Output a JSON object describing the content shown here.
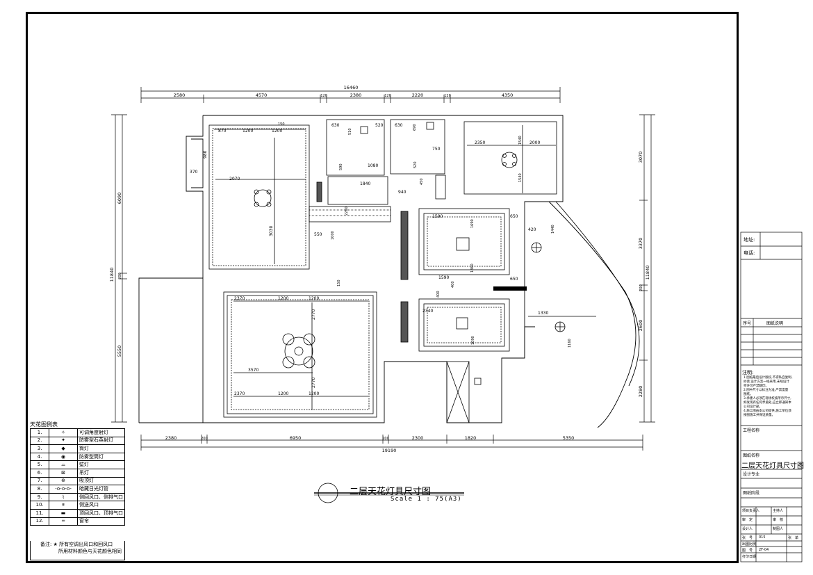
{
  "dimensions_top": {
    "total": "16460",
    "segments": [
      "2580",
      "4570",
      "120",
      "2380",
      "120",
      "2220",
      "120",
      "4350"
    ]
  },
  "dimensions_bottom": {
    "total": "19190",
    "segments": [
      "2380",
      "200",
      "6950",
      "200",
      "2300",
      "1820",
      "5350"
    ]
  },
  "dimensions_left": [
    "6090",
    "11840",
    "200",
    "5550"
  ],
  "dimensions_right": [
    "3070",
    "3370",
    "11840",
    "200",
    "2600",
    "2280"
  ],
  "room_dims": {
    "r1": [
      "870",
      "1200",
      "1200",
      "150",
      "2070",
      "3030",
      "980",
      "370"
    ],
    "r2": [
      "630",
      "510",
      "520",
      "590",
      "1080",
      "1840",
      "550",
      "1000",
      "2260"
    ],
    "r3": [
      "630",
      "690",
      "750",
      "520",
      "450",
      "940"
    ],
    "r4": [
      "2350",
      "2000",
      "1540",
      "1540"
    ],
    "r5": [
      "1590",
      "1690",
      "650",
      "1860",
      "1590",
      "400",
      "650",
      "420",
      "1440"
    ],
    "r6": [
      "2370",
      "1200",
      "1200",
      "150",
      "2770",
      "3570",
      "2770",
      "2370",
      "1200",
      "1200"
    ],
    "r7": [
      "400",
      "2340",
      "1330",
      "1160",
      "1090"
    ]
  },
  "legend": {
    "title": "天花图例表",
    "items": [
      {
        "no": "1.",
        "symbol": "✧",
        "label": "可调角度射灯"
      },
      {
        "no": "2.",
        "symbol": "✦",
        "label": "防雾型石英射灯"
      },
      {
        "no": "3.",
        "symbol": "◆",
        "label": "筒灯"
      },
      {
        "no": "4.",
        "symbol": "◉",
        "label": "防雾型筒灯"
      },
      {
        "no": "5.",
        "symbol": "⌓",
        "label": "壁灯"
      },
      {
        "no": "6.",
        "symbol": "⊠",
        "label": "吊灯"
      },
      {
        "no": "7.",
        "symbol": "⊕",
        "label": "吸顶灯"
      },
      {
        "no": "8.",
        "symbol": "-o-o-o-",
        "label": "暗藏日光灯管"
      },
      {
        "no": "9.",
        "symbol": "⌇",
        "label": "侧回风口、侧排气口"
      },
      {
        "no": "10.",
        "symbol": "⌆",
        "label": "侧送风口"
      },
      {
        "no": "11.",
        "symbol": "▬",
        "label": "顶回风口、顶排气口"
      },
      {
        "no": "12.",
        "symbol": "═",
        "label": "窗帘"
      }
    ],
    "note_label": "备注:",
    "note_line1": "★ 所有空调出风口和回风口",
    "note_line2": "所用材料颜色与天花颜色相同"
  },
  "drawing_title": "二层天花灯具尺寸图",
  "drawing_scale": "Scale 1 : 75(A3)",
  "title_block": {
    "address_label": "地址:",
    "phone_label": "电话:",
    "seq_label": "序号",
    "desc_label": "图纸说明",
    "notes_label": "注明:",
    "notes_lines": [
      "1.图纸最后设计版权,不得私自复制、",
      "抄袭,设计方案一经采用,未经设计",
      "师许可严禁翻印。",
      "2.图中尺寸以标注为准,严禁度量",
      "图纸。",
      "3.承建人必须在现场校核所示尺寸,",
      "如发现有任何矛盾处,应立即通知本",
      "公司设计部。",
      "4.施工图由本公司提供,施工单位须",
      "按图施工并保证质量。"
    ],
    "project_label": "工程名称",
    "drawing_name_label": "图纸名称",
    "drawing_name": "二层天花灯具尺寸图",
    "discipline_label": "设计专业",
    "stage_label": "图纸阶段",
    "rows": [
      {
        "a": "项目负责人",
        "b": "主持人"
      },
      {
        "a": "审　定",
        "b": "审　核"
      },
      {
        "a": "设计人",
        "b": "制图人"
      }
    ],
    "sheet_no_label": "张　号",
    "sheet_no_value": "015",
    "sheet_label": "张　单",
    "print_scale_label": "出图比例",
    "drawing_no_label": "图　号",
    "drawing_no_value": "2F-04",
    "print_date_label": "打印日期"
  }
}
